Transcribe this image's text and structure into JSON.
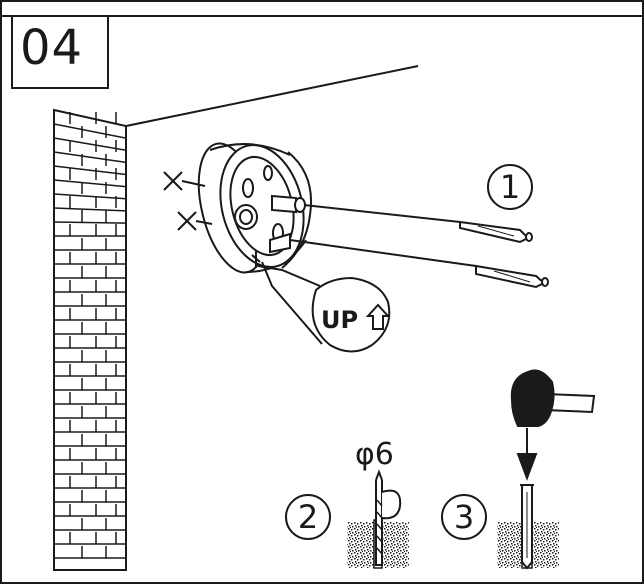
{
  "step_number": "04",
  "orientation_label": "UP",
  "drill_diameter": "φ6",
  "markers": {
    "one": "1",
    "two": "2",
    "three": "3"
  },
  "icons": {
    "wall": "brick-wall-icon",
    "mount": "junction-box-icon",
    "screws": "screw-icon",
    "hammer": "hammer-icon",
    "drill": "drill-bit-icon",
    "anchor": "wall-anchor-icon",
    "arrow": "down-arrow-icon",
    "up_arrow": "up-arrow-icon",
    "not_used": "x-mark-icon"
  },
  "colors": {
    "line": "#1a1a1a",
    "background": "#ffffff"
  }
}
